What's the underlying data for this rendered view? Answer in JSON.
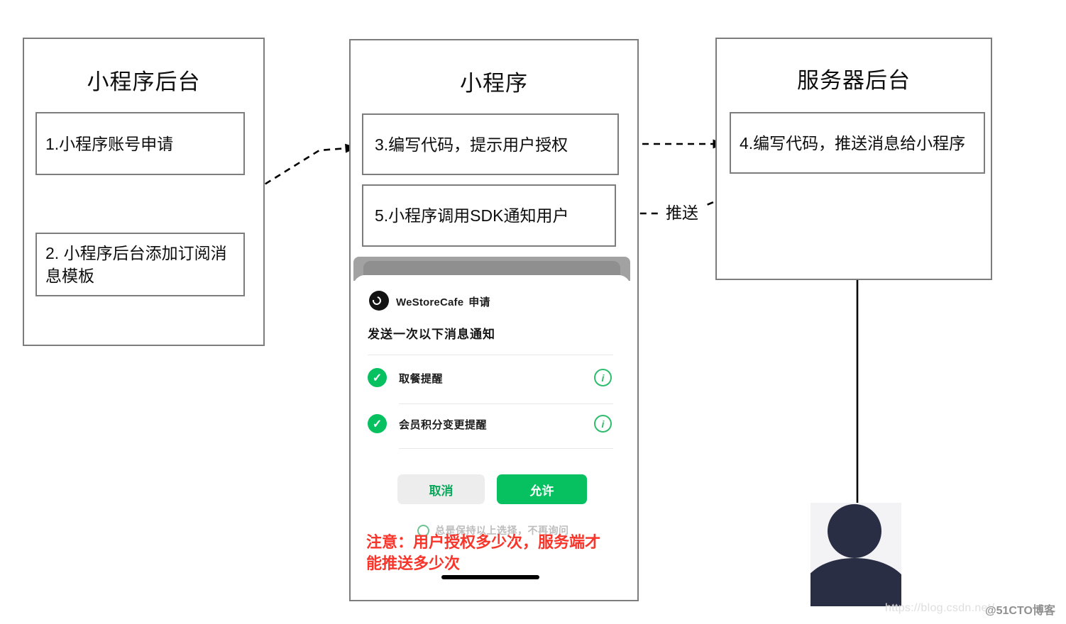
{
  "diagram": {
    "panels": {
      "left": {
        "title": "小程序后台",
        "steps": [
          {
            "label": "1.小程序账号申请"
          },
          {
            "label": "2. 小程序后台添加订阅消息模板"
          }
        ]
      },
      "middle": {
        "title": "小程序",
        "steps": [
          {
            "label": "3.编写代码，提示用户授权"
          },
          {
            "label": "5.小程序调用SDK通知用户"
          }
        ]
      },
      "right": {
        "title": "服务器后台",
        "steps": [
          {
            "label": "4.编写代码，推送消息给小程序"
          }
        ]
      }
    },
    "labels": {
      "push": "推送"
    }
  },
  "phone": {
    "header": {
      "app_name": "WeStoreCafe",
      "action": "申请"
    },
    "subtitle": "发送一次以下消息通知",
    "notifications": [
      {
        "label": "取餐提醒"
      },
      {
        "label": "会员积分变更提醒"
      }
    ],
    "buttons": {
      "cancel": "取消",
      "allow": "允许"
    },
    "remember_option": "总是保持以上选择，不再询问",
    "check_glyph": "✓",
    "info_glyph": "i"
  },
  "annotation": {
    "note": "注意：用户授权多少次，服务端才能推送多少次"
  },
  "watermark": {
    "url": "https://blog.csdn.net/",
    "handle": "@51CTO博客"
  },
  "colors": {
    "wechat_green": "#07c160",
    "cancel_text_green": "#07a85a",
    "note_red": "#f7352b",
    "border_gray": "#7d7d7d",
    "dim_bar_gray": "#a2a2a2"
  }
}
